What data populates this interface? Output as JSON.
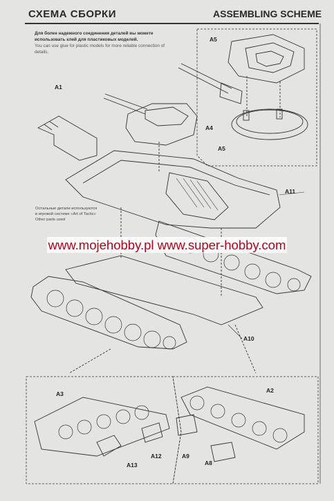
{
  "header": {
    "title_ru": "СХЕМА СБОРКИ",
    "title_en": "ASSEMBLING SCHEME"
  },
  "note": {
    "ru": "Для более надежного соединения деталей вы можете использовать клей для пластиковых моделей.",
    "en": "You can use glue for plastic models for more reliable connection of details."
  },
  "side_note": {
    "ru": "Остальные детали используются в игровой системе «Art of Tactic»",
    "en": "Other parts used"
  },
  "labels": {
    "a1": "A1",
    "a2": "A2",
    "a3": "A3",
    "a4": "A4",
    "a5_top": "A5",
    "a5_bottom": "A5",
    "a8": "A8",
    "a9": "A9",
    "a10": "A10",
    "a11": "A11",
    "a12": "A12",
    "a13": "A13"
  },
  "watermark": "www.mojehobby.pl www.super-hobby.com"
}
